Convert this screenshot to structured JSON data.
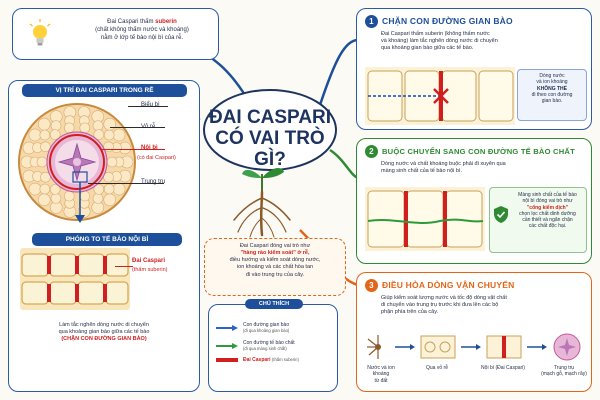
{
  "intro": {
    "line1_pre": "Đai Caspari thấm ",
    "line1_highlight": "suberin",
    "line2": "(chất không thấm nước và khoáng)",
    "line3": "nằm ở lớp tế bào nội bì của rễ."
  },
  "center": {
    "title_line1": "ĐAI CASPARI",
    "title_line2": "CÓ VAI TRÒ GÌ?"
  },
  "position_panel": {
    "header": "VỊ TRÍ ĐAI CASPARI TRONG RỄ",
    "labels": {
      "epidermis": "Biểu bì",
      "cortex": "Vỏ rễ",
      "endodermis": "Nội bì",
      "endodermis_sub": "(có đai Caspari)",
      "stele": "Trung trụ"
    }
  },
  "zoom_panel": {
    "header": "PHÓNG TO TẾ BÀO NỘI BÌ",
    "label": "Đai Caspari",
    "label_sub": "(thấm suberin)",
    "desc_line1": "Làm tắc nghẽn dòng nước di chuyển",
    "desc_line2": "qua khoảng gian bào giữa các tế bào",
    "desc_line3": "(CHẶN CON ĐƯỜNG GIAN BÀO)"
  },
  "summary": {
    "line1": "Đai Caspari đóng vai trò như",
    "line2": "\"hàng rào kiểm soát\" ở rễ,",
    "line3": "điều hướng và kiểm soát dòng nước,",
    "line4": "ion khoáng và các chất hòa tan",
    "line5": "đi vào trung trụ của cây."
  },
  "legend": {
    "title": "CHÚ THÍCH",
    "items": [
      {
        "label": "Con đường gian bào",
        "sub": "(đi qua khoảng gian bào)",
        "color": "#2d63c8"
      },
      {
        "label": "Con đường tế bào chất",
        "sub": "(đi qua màng sinh chất)",
        "color": "#2f9a3a"
      },
      {
        "label": "Đai Caspari",
        "sub": "(thấm suberin)",
        "color": "#d11f1f"
      }
    ]
  },
  "roles": [
    {
      "number": "1",
      "title": "CHẶN CON ĐƯỜNG GIAN BÀO",
      "desc": [
        "Đai Caspari thấm suberin (không thấm nước",
        "và khoáng) làm tắc nghẽn dòng nước di chuyển",
        "qua khoảng gian bào giữa các tế bào."
      ],
      "note": [
        "Dòng nước",
        "và ion khoáng",
        "KHÔNG THỂ",
        "đi theo con đường",
        "gian bào."
      ],
      "color": "#1d4f9a"
    },
    {
      "number": "2",
      "title": "BUỘC CHUYỂN SANG CON ĐƯỜNG TẾ BÀO CHẤT",
      "desc": [
        "Dòng nước và chất khoáng buộc phải đi xuyên qua",
        "màng sinh chất của tế bào nội bì."
      ],
      "note": [
        "Màng sinh chất của tế bào",
        "nội bì đóng vai trò như",
        "\"cổng kiểm dịch\"",
        "chọn lọc chất dinh dưỡng",
        "cần thiết và ngăn chặn",
        "các chất độc hại."
      ],
      "color": "#2f8a34"
    },
    {
      "number": "3",
      "title": "ĐIỀU HÒA DÒNG VẬN CHUYỂN",
      "desc": [
        "Giúp kiểm soát lượng nước và tốc độ dòng vật chất",
        "di chuyển vào trung trụ trước khi đưa lên các bộ",
        "phận phía trên của cây."
      ],
      "flow": [
        "Nước và ion khoáng",
        "từ đất",
        "Qua vỏ rễ",
        "Nội bì (Đai Caspari)",
        "Trung trụ",
        "(mạch gỗ, mạch rây)"
      ],
      "color": "#e2651a"
    }
  ]
}
